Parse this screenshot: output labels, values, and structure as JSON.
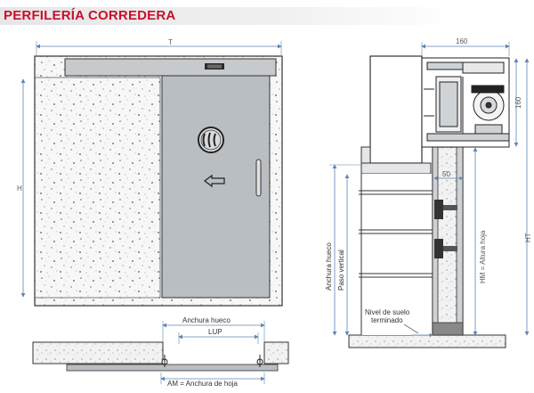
{
  "header": {
    "title": "PERFILERÍA CORREDERA"
  },
  "front_view": {
    "width_label": "T",
    "height_label": "H"
  },
  "section_view": {
    "dim_top": "160",
    "dim_right": "160",
    "dim_50": "50",
    "label_anchura_hueco": "Anchura hueco",
    "label_paso_vertical": "Paso vertical",
    "label_hm": "HM = Altura hoja",
    "label_ht": "HT",
    "label_floor_1": "Nivel de suelo",
    "label_floor_2": "terminado"
  },
  "plan_view": {
    "label_anchura_hueco": "Anchura hueco",
    "label_lup": "LUP",
    "label_am": "AM = Anchura de hoja"
  },
  "colors": {
    "title": "#c8102e",
    "dimension_line": "#5d86b4",
    "door": "#b9bec3",
    "wall": "#f7f7f7"
  }
}
